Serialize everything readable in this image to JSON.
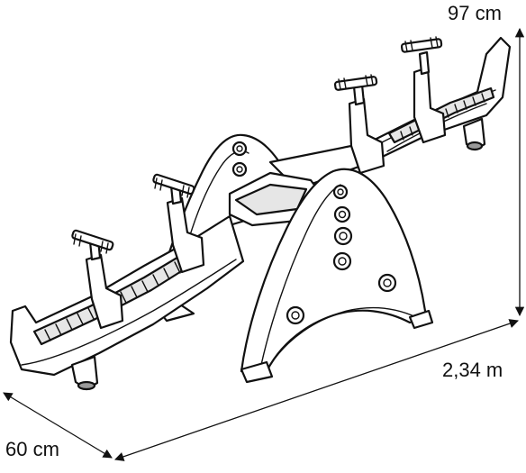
{
  "dimensions": {
    "height": "97 cm",
    "length": "2,34 m",
    "depth": "60 cm"
  },
  "colors": {
    "ink": "#111111",
    "fill": "#ffffff",
    "shade": "#e6e6e6",
    "dark": "#9a9a9a"
  }
}
